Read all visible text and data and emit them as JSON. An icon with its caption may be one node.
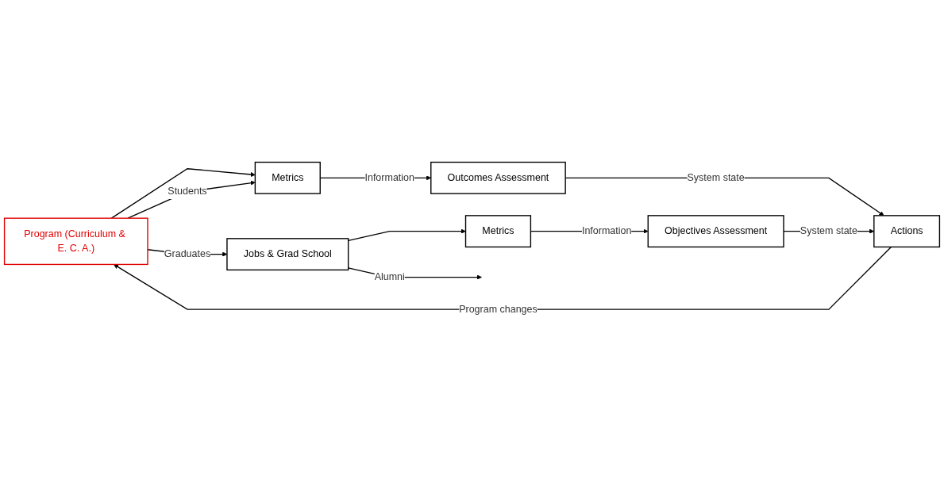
{
  "diagram": {
    "nodes": [
      {
        "text": [
          "Program (Curriculum & E. C. A.)"
        ]
      },
      {
        "text": [
          "Jobs & Grad School"
        ]
      },
      {
        "text": [
          "Actions"
        ]
      },
      {
        "text": [
          "Metrics"
        ]
      },
      {
        "text": [
          "Metrics"
        ]
      },
      {
        "text": [
          "Outcomes Assessment"
        ]
      },
      {
        "text": [
          "Objectives Assessment"
        ]
      }
    ],
    "edges": [
      {
        "from": 2,
        "to": 0,
        "arrow": "to",
        "label": "Program changes"
      },
      {
        "from": 0,
        "to": 1,
        "arrow": "to",
        "label": "Graduates"
      },
      {
        "from": 0,
        "to": 3,
        "arrow": "to"
      },
      {
        "from": 0,
        "to": 3,
        "arrow": "to",
        "label": "Students"
      },
      {
        "from": 1,
        "to": null,
        "arrow": "to",
        "label": "Alumni"
      },
      {
        "from": 1,
        "to": 4,
        "arrow": "to"
      },
      {
        "from": 3,
        "to": 5,
        "arrow": "to",
        "label": "Information"
      },
      {
        "from": 5,
        "to": 2,
        "arrow": "to",
        "label": "System state"
      },
      {
        "from": 4,
        "to": 6,
        "arrow": "to",
        "label": "Information"
      },
      {
        "from": 6,
        "to": 2,
        "arrow": "to",
        "label": "System state"
      }
    ]
  }
}
